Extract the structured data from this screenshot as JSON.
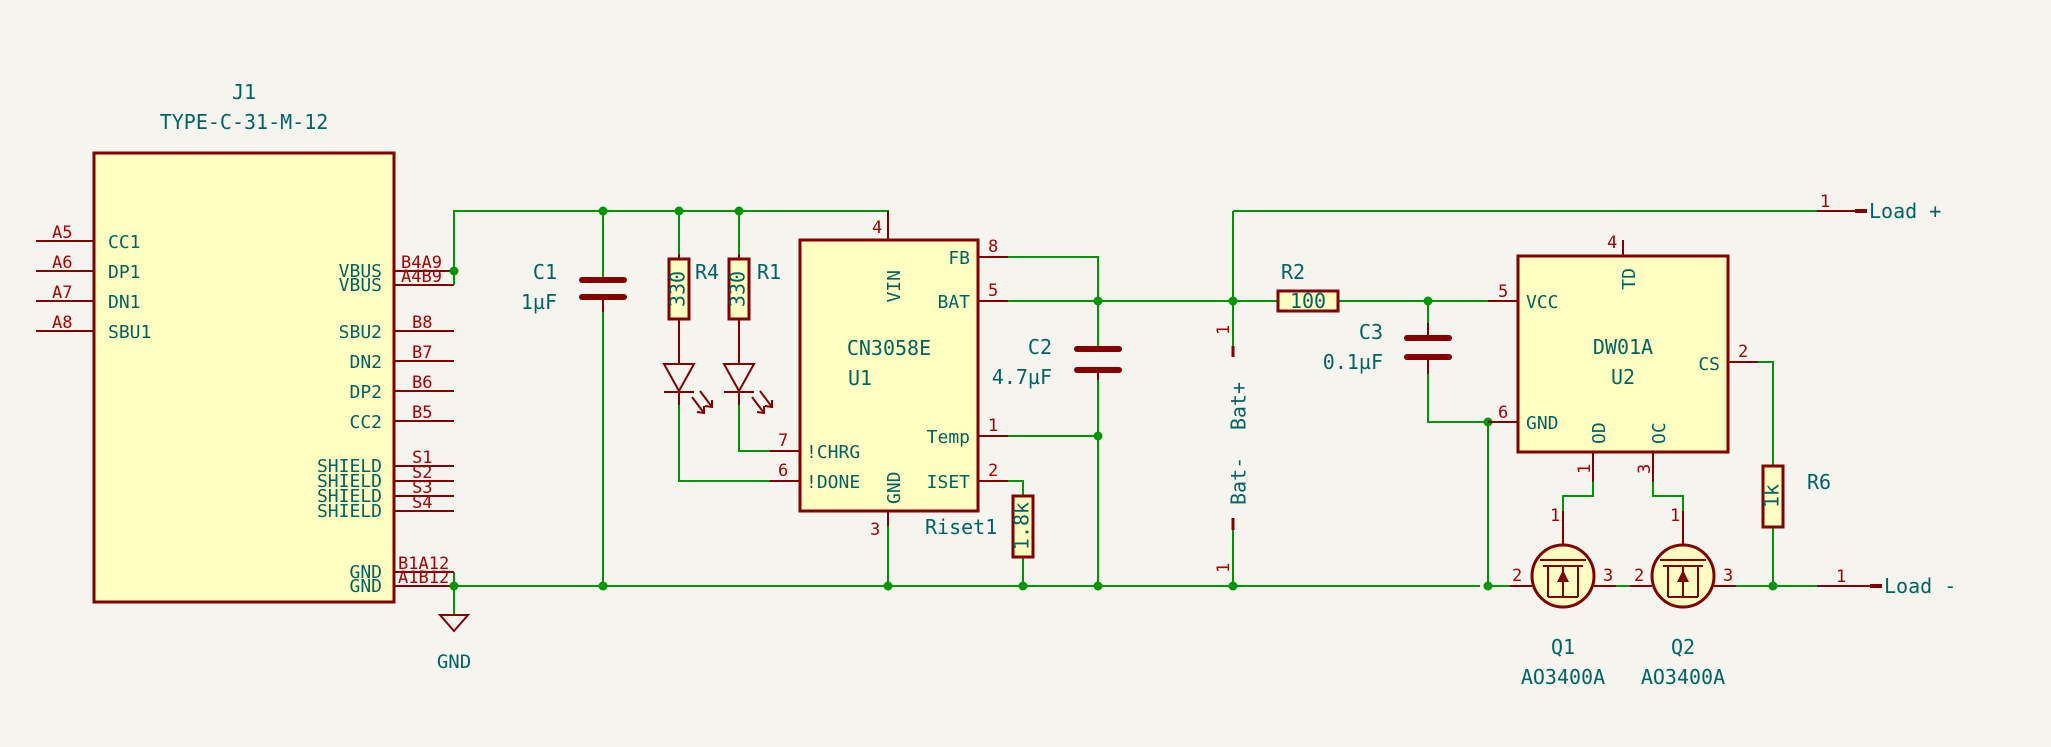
{
  "colors": {
    "background": "#f5f4ef",
    "wire": "#009600",
    "body_stroke": "#840000",
    "body_fill": "#ffffc2",
    "label_text": "#006464",
    "pin_number": "#a90000"
  },
  "j1": {
    "ref": "J1",
    "value": "TYPE-C-31-M-12",
    "left_pins": [
      {
        "num": "A5",
        "name": "CC1"
      },
      {
        "num": "A6",
        "name": "DP1"
      },
      {
        "num": "A7",
        "name": "DN1"
      },
      {
        "num": "A8",
        "name": "SBU1"
      }
    ],
    "right_pins": [
      {
        "num": "B4A9",
        "name": "VBUS"
      },
      {
        "num": "A4B9",
        "name": "VBUS"
      },
      {
        "num": "B8",
        "name": "SBU2"
      },
      {
        "num": "B7",
        "name": "DN2"
      },
      {
        "num": "B6",
        "name": "DP2"
      },
      {
        "num": "B5",
        "name": "CC2"
      },
      {
        "num": "S1",
        "name": "SHIELD"
      },
      {
        "num": "S2",
        "name": "SHIELD"
      },
      {
        "num": "S3",
        "name": "SHIELD"
      },
      {
        "num": "S4",
        "name": "SHIELD"
      },
      {
        "num": "B1A12",
        "name": "GND"
      },
      {
        "num": "A1B12",
        "name": "GND"
      }
    ]
  },
  "gnd_symbol": {
    "label": "GND"
  },
  "c1": {
    "ref": "C1",
    "value": "1µF"
  },
  "r4": {
    "ref": "R4",
    "value": "330"
  },
  "r1": {
    "ref": "R1",
    "value": "330"
  },
  "u1": {
    "ref": "U1",
    "value": "CN3058E",
    "pins": {
      "vin": {
        "num": "4",
        "name": "VIN"
      },
      "fb": {
        "num": "8",
        "name": "FB"
      },
      "bat": {
        "num": "5",
        "name": "BAT"
      },
      "temp": {
        "num": "1",
        "name": "Temp"
      },
      "chrg": {
        "num": "7",
        "name": "!CHRG"
      },
      "done": {
        "num": "6",
        "name": "!DONE"
      },
      "iset": {
        "num": "2",
        "name": "ISET"
      },
      "gnd": {
        "num": "3",
        "name": "GND"
      }
    }
  },
  "riset": {
    "ref": "Riset1",
    "value": "1.8k"
  },
  "c2": {
    "ref": "C2",
    "value": "4.7µF"
  },
  "battery": {
    "plus_label": "Bat+",
    "minus_label": "Bat-",
    "pin_plus": "1",
    "pin_minus": "1"
  },
  "r2": {
    "ref": "R2",
    "value": "100"
  },
  "c3": {
    "ref": "C3",
    "value": "0.1µF"
  },
  "u2": {
    "ref": "U2",
    "value": "DW01A",
    "pins": {
      "vcc": {
        "num": "5",
        "name": "VCC"
      },
      "gnd": {
        "num": "6",
        "name": "GND"
      },
      "td": {
        "num": "4",
        "name": "TD"
      },
      "cs": {
        "num": "2",
        "name": "CS"
      },
      "od": {
        "num": "1",
        "name": "OD"
      },
      "oc": {
        "num": "3",
        "name": "OC"
      }
    }
  },
  "r6": {
    "ref": "R6",
    "value": "1k"
  },
  "q1": {
    "ref": "Q1",
    "value": "AO3400A",
    "gate": "1",
    "source": "2",
    "drain": "3"
  },
  "q2": {
    "ref": "Q2",
    "value": "AO3400A",
    "gate": "1",
    "source": "2",
    "drain": "3"
  },
  "load_plus": {
    "label": "Load +",
    "pin": "1"
  },
  "load_minus": {
    "label": "Load -",
    "pin": "1"
  }
}
